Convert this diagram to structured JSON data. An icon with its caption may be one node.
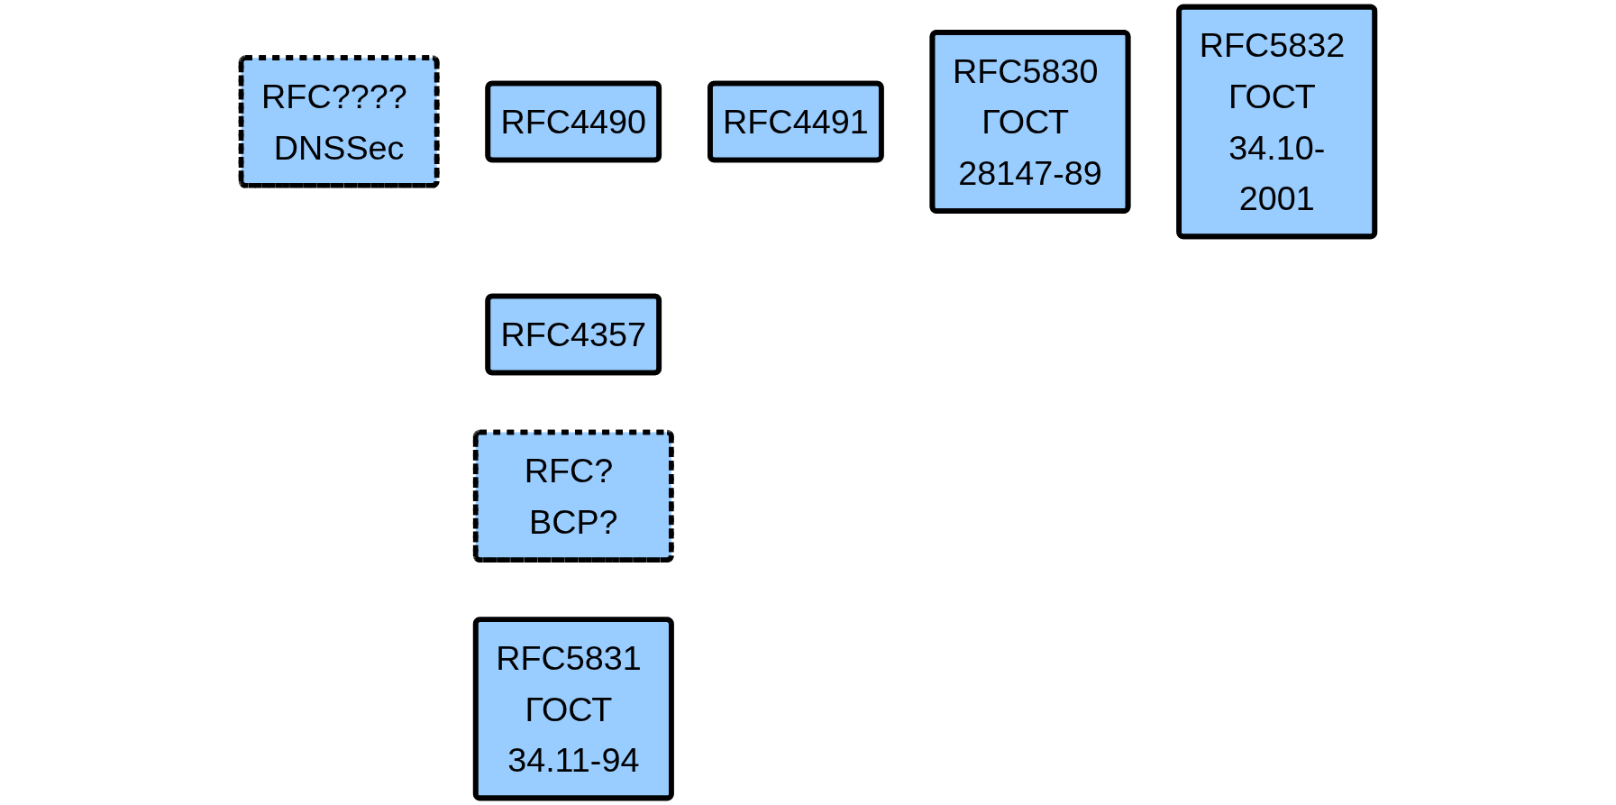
{
  "diagram": {
    "nodes": [
      {
        "text": [
          "RFC???? DNSSec"
        ]
      },
      {
        "text": [
          "RFC4490"
        ]
      },
      {
        "text": [
          "RFC4491"
        ]
      },
      {
        "text": [
          "RFC4357"
        ]
      },
      {
        "text": [
          "RFC? BCP?"
        ]
      },
      {
        "text": [
          "RFC5830 ГОСТ 28147-89"
        ]
      },
      {
        "text": [
          "RFC5831 ГОСТ 34.11-94"
        ]
      },
      {
        "text": [
          "RFC5832 ГОСТ 34.10-2001"
        ]
      }
    ],
    "edges": []
  }
}
